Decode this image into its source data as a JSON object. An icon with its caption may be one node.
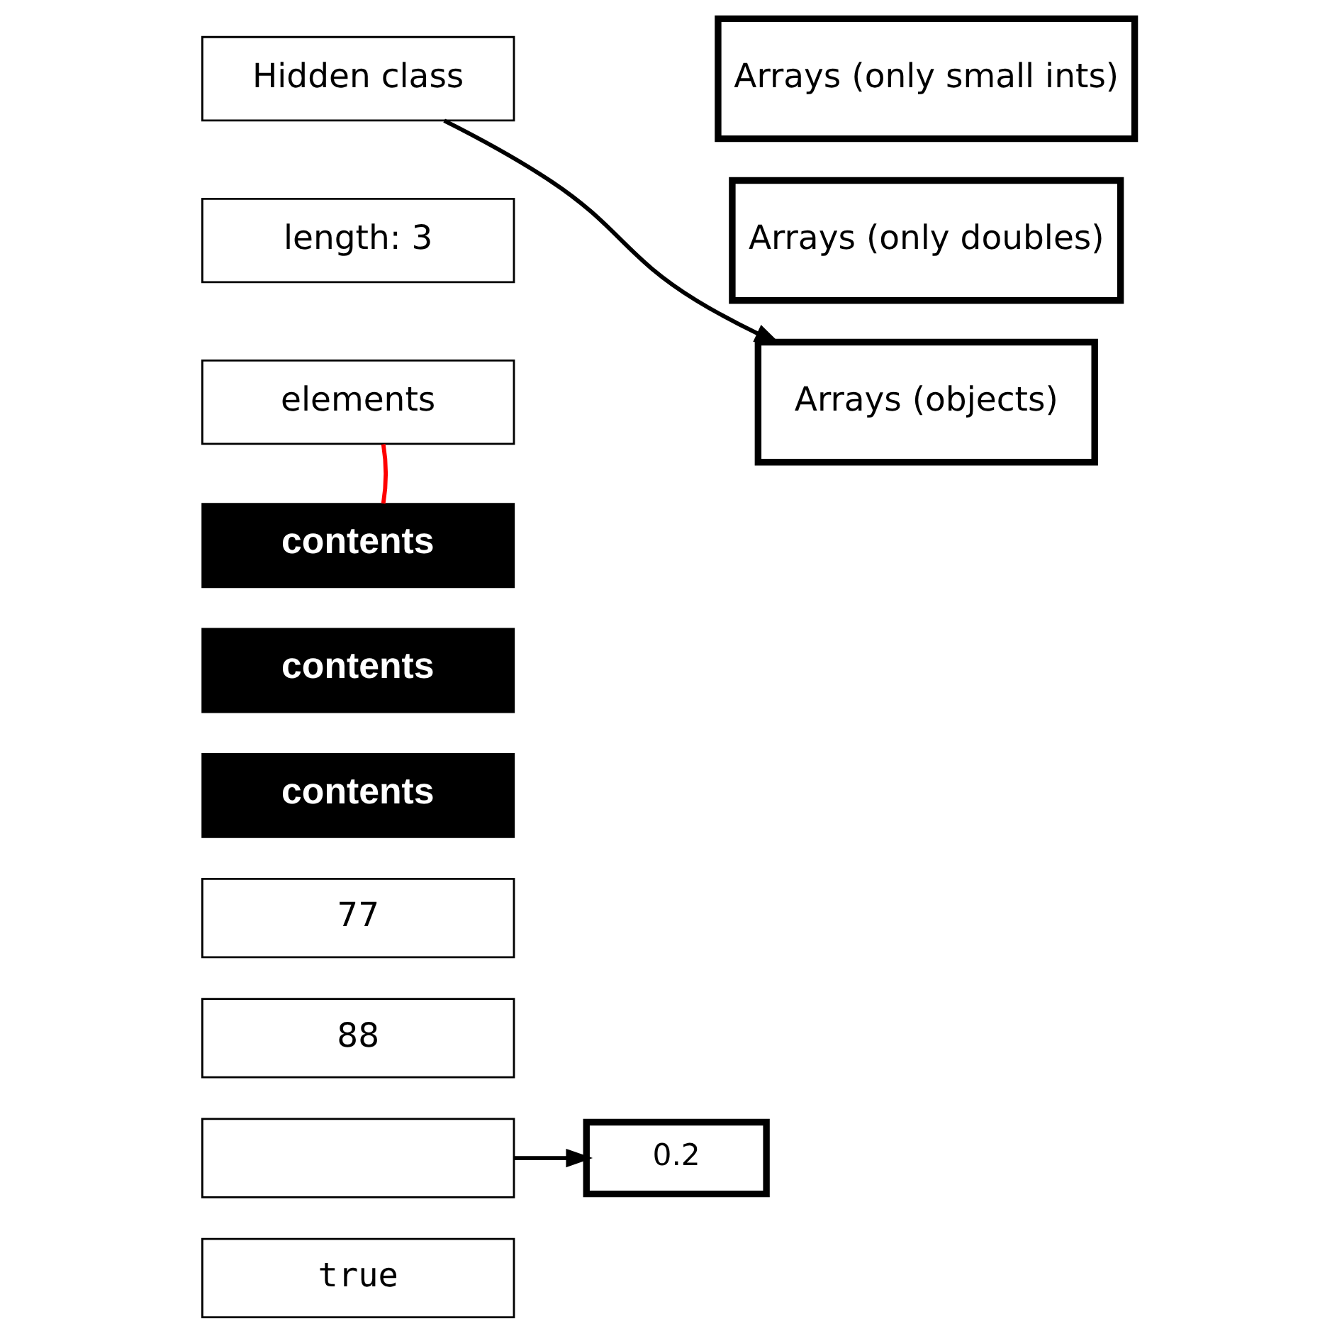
{
  "diagram": {
    "nodes": [
      {
        "text": [
          "Hidden class"
        ]
      },
      {
        "text": [
          "length: 3"
        ]
      },
      {
        "text": [
          "elements"
        ]
      },
      {
        "text": [
          "Arrays (only small ints)"
        ]
      },
      {
        "text": [
          "Arrays (only doubles)"
        ]
      },
      {
        "text": [
          "Arrays (objects)"
        ]
      },
      {
        "text": [
          "contents"
        ]
      },
      {
        "text": [
          "contents"
        ]
      },
      {
        "text": [
          "contents"
        ]
      },
      {
        "text": [
          "77"
        ]
      },
      {
        "text": [
          "88"
        ]
      },
      {
        "text": [],
        "shape": "box"
      },
      {
        "text": [
          "true"
        ]
      },
      {
        "text": [
          "0.2"
        ]
      }
    ],
    "edges": [
      {
        "from": 0,
        "to": 5,
        "arrow": "to"
      },
      {
        "from": 2,
        "to": 6,
        "arrow": "none",
        "color": "#ff0000"
      },
      {
        "from": 11,
        "to": 13,
        "arrow": "to"
      }
    ]
  }
}
